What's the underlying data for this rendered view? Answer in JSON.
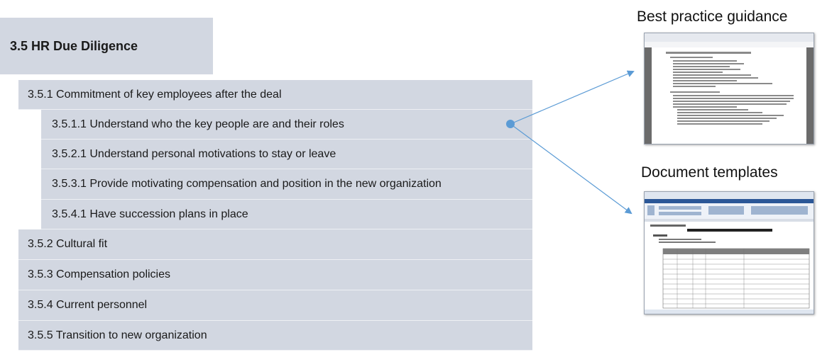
{
  "header": {
    "title": "3.5 HR Due Diligence"
  },
  "items": [
    {
      "label": "3.5.1 Commitment of key employees after the deal"
    },
    {
      "label": "3.5.1.1 Understand who the key people are and their roles"
    },
    {
      "label": "3.5.2.1 Understand personal motivations to stay or leave"
    },
    {
      "label": "3.5.3.1 Provide motivating compensation and position in the new organization"
    },
    {
      "label": "3.5.4.1 Have succession plans in place"
    },
    {
      "label": "3.5.2 Cultural fit"
    },
    {
      "label": "3.5.3 Compensation policies"
    },
    {
      "label": "3.5.4 Current personnel"
    },
    {
      "label": "3.5.5 Transition to new organization"
    }
  ],
  "resources": {
    "best_practice": {
      "title": "Best practice guidance"
    },
    "templates": {
      "title": "Document templates"
    }
  },
  "colors": {
    "row_bg": "#d2d7e1",
    "connector": "#5b9bd5"
  }
}
